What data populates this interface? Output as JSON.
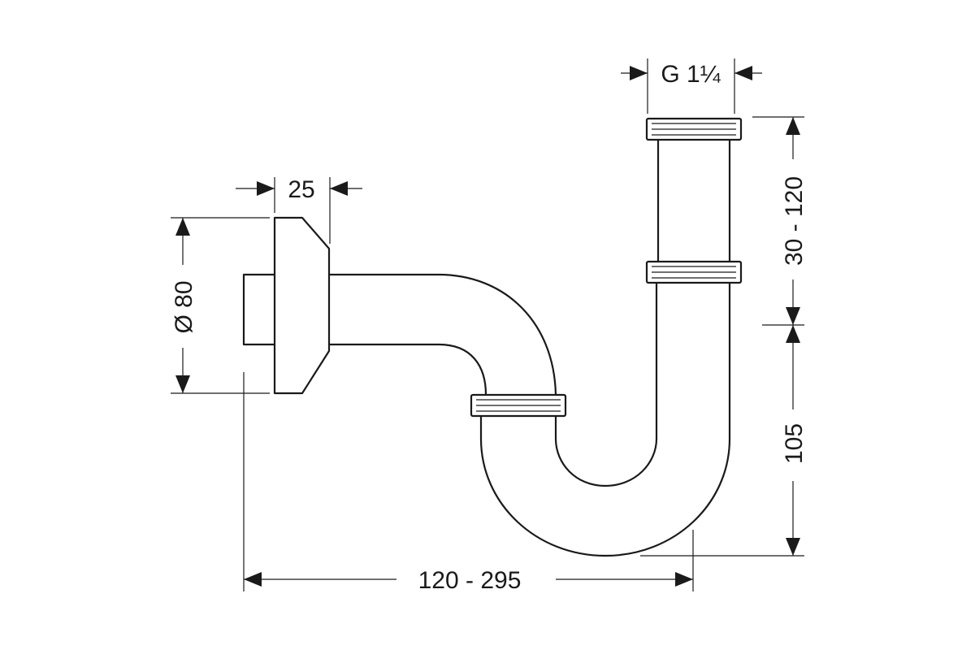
{
  "drawing": {
    "subject": "bottle trap / pipe siphon technical drawing",
    "dimensions": {
      "connection_thread": "G 1¼",
      "rosette_depth": "25",
      "rosette_diameter": "Ø 80",
      "tailpiece_length": "30 - 120",
      "trap_height": "105",
      "wall_distance": "120 - 295"
    },
    "line_color": "#1a1a1a",
    "background_color": "#ffffff"
  }
}
